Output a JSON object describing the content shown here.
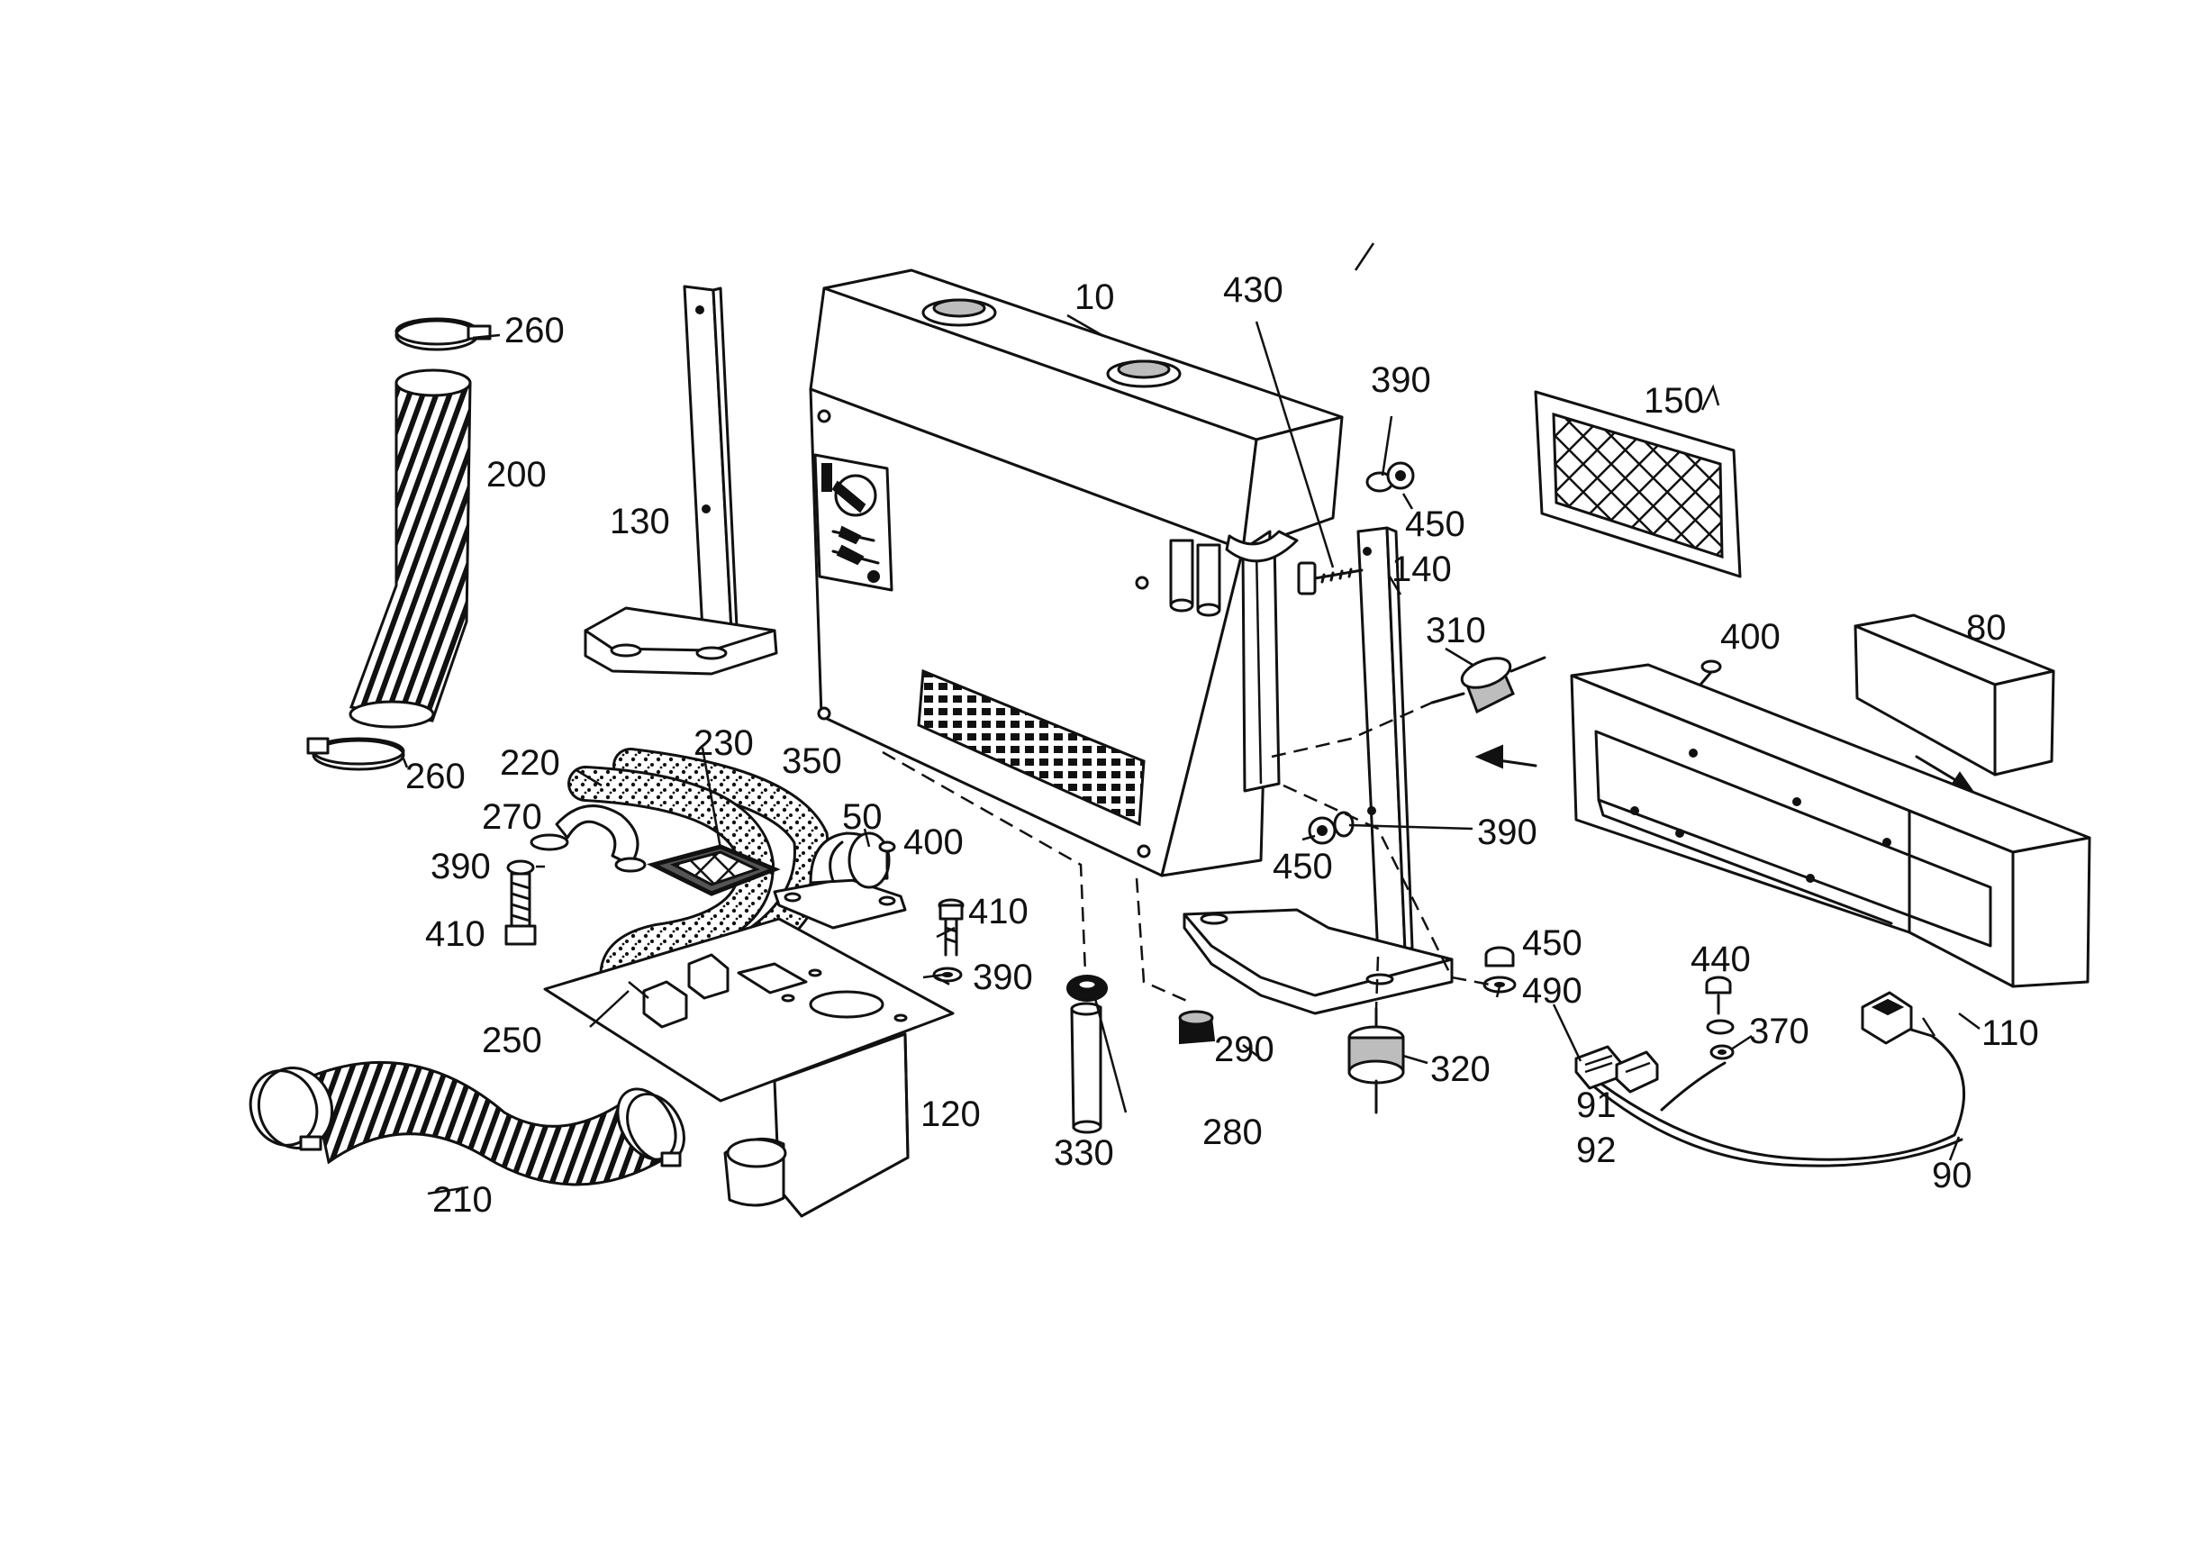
{
  "labels": {
    "l10": "10",
    "l50": "50",
    "l80": "80",
    "l90": "90",
    "l91": "91",
    "l92": "92",
    "l110": "110",
    "l120": "120",
    "l130": "130",
    "l140": "140",
    "l150": "150",
    "l200": "200",
    "l210": "210",
    "l220": "220",
    "l230": "230",
    "l250": "250",
    "l260a": "260",
    "l260b": "260",
    "l270": "270",
    "l280": "280",
    "l290": "290",
    "l310": "310",
    "l320": "320",
    "l330": "330",
    "l350": "350",
    "l370": "370",
    "l390a": "390",
    "l390b": "390",
    "l390c": "390",
    "l390d": "390",
    "l400a": "400",
    "l400b": "400",
    "l410a": "410",
    "l410b": "410",
    "l430": "430",
    "l440": "440",
    "l450a": "450",
    "l450b": "450",
    "l450c": "450",
    "l490": "490"
  }
}
